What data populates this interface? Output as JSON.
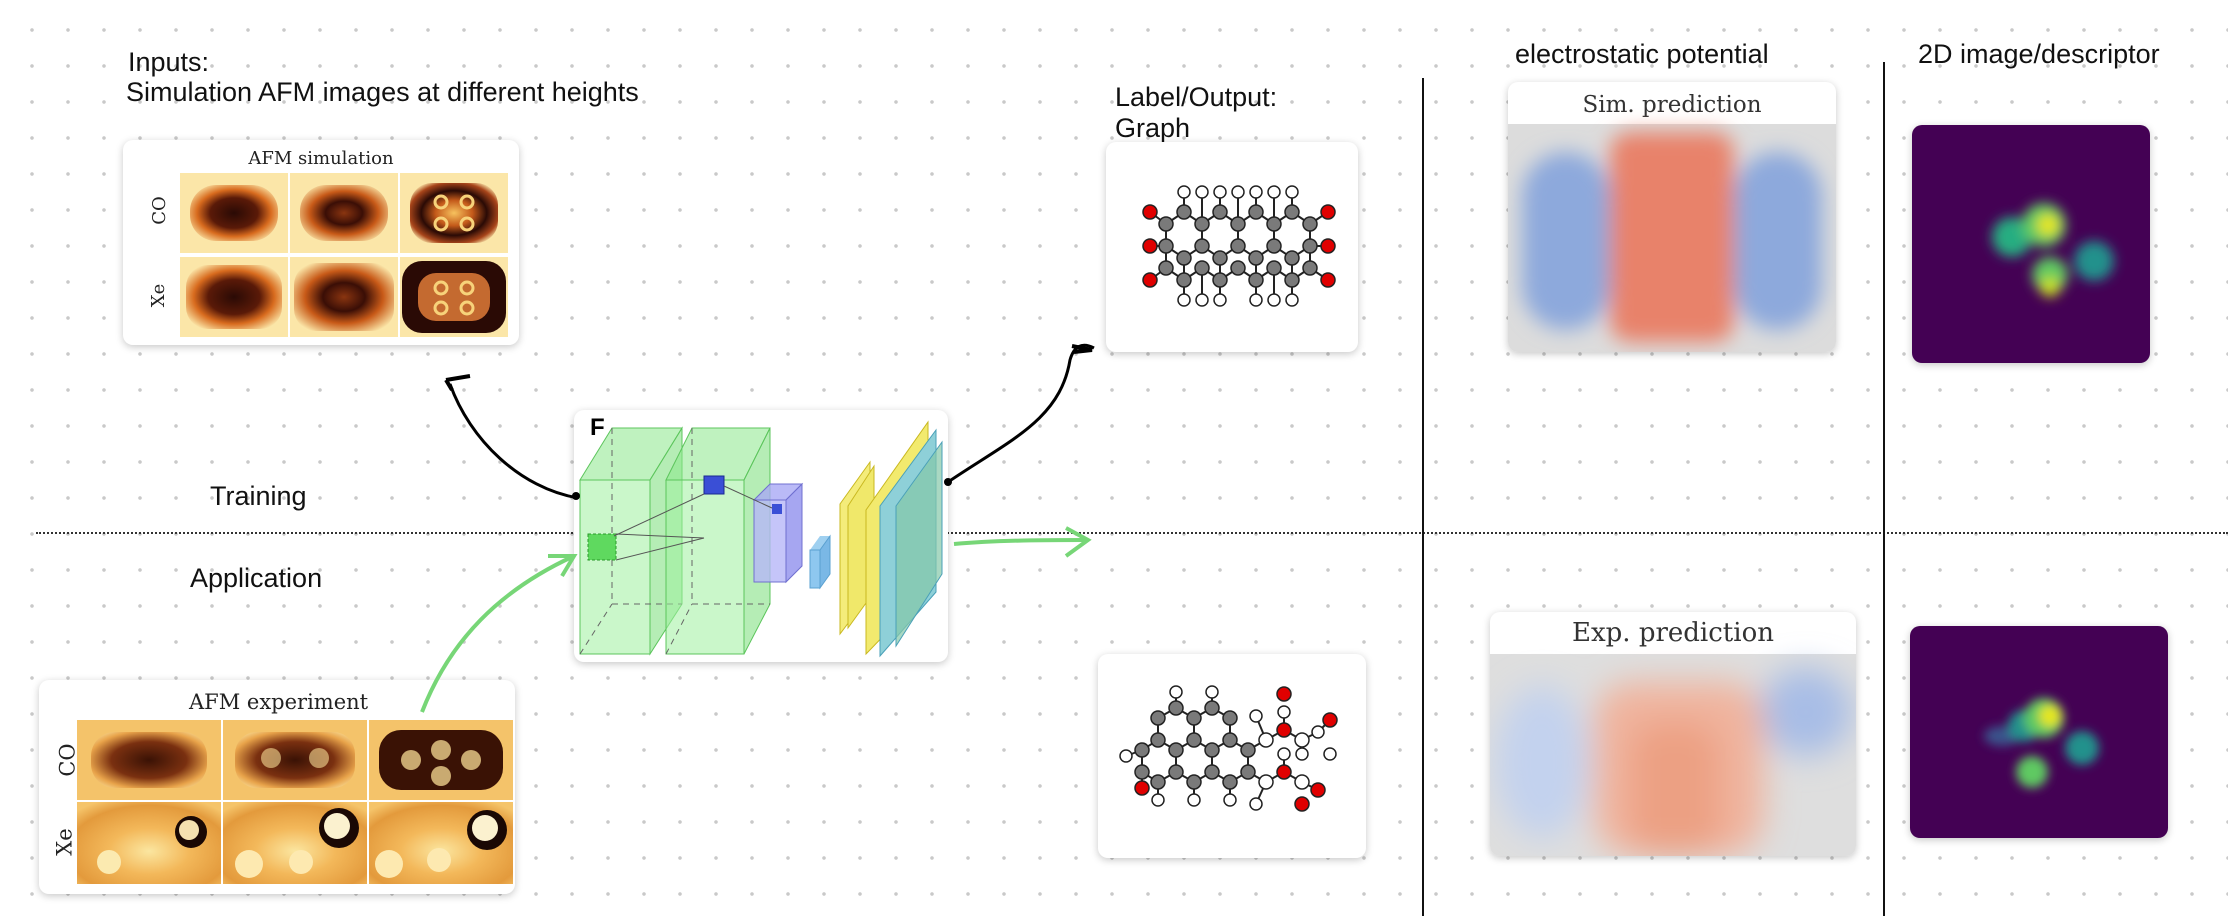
{
  "labels": {
    "inputs_line1": "Inputs:",
    "inputs_line2": "Simulation AFM images at different heights",
    "training": "Training",
    "application": "Application",
    "output_line1": "Label/Output:",
    "output_line2": "Graph",
    "electrostatic": "electrostatic potential",
    "descriptor": "2D image/descriptor",
    "network_letter": "F"
  },
  "afm_simulation": {
    "title": "AFM simulation",
    "rows": [
      "CO",
      "Xe"
    ]
  },
  "afm_experiment": {
    "title": "AFM experiment",
    "rows": [
      "CO",
      "Xe"
    ]
  },
  "sim_prediction": {
    "title": "Sim. prediction"
  },
  "exp_prediction": {
    "title": "Exp. prediction"
  },
  "colors": {
    "afm_dark": "#2a0a05",
    "afm_light": "#fbe6a8",
    "potential_red": "#e8826a",
    "potential_blue": "#8da9dc",
    "descriptor_bg": "#440154",
    "descriptor_green": "#5ec962",
    "descriptor_yellow": "#e6e61f",
    "network_green": "#7ee07e",
    "network_blue": "#3a4fd6",
    "arrow_green": "#77d677",
    "oxygen": "#e00000",
    "carbon": "#7a7a7a"
  }
}
